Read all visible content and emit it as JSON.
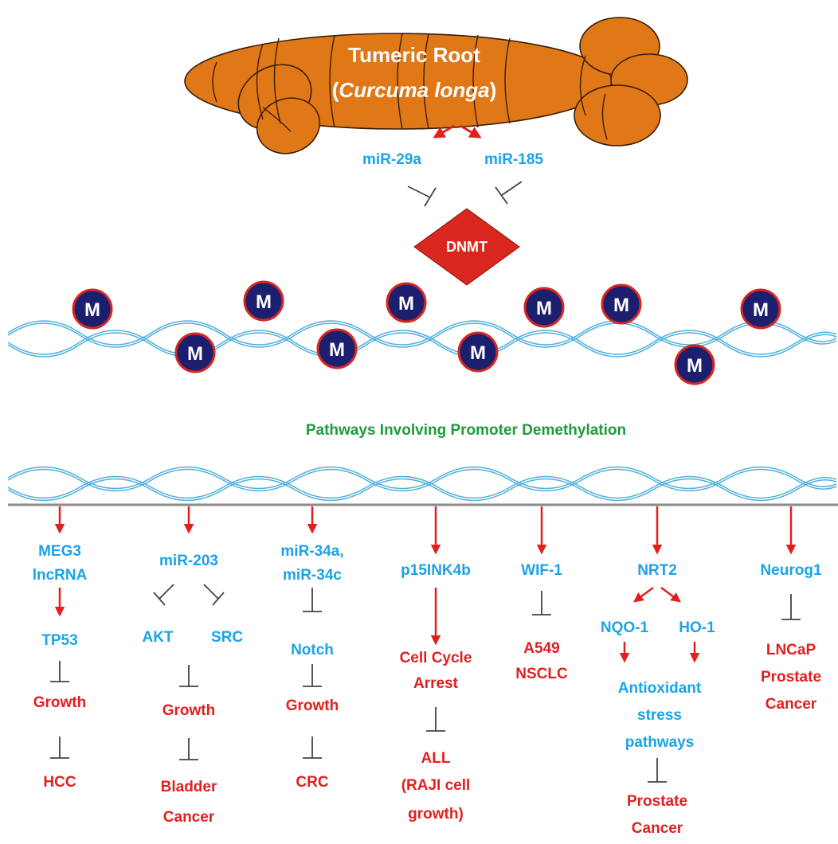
{
  "colors": {
    "root_fill": "#e07818",
    "root_stroke": "#3a1c06",
    "blue_text": "#1aa3e8",
    "red_text": "#e21f1f",
    "green_text": "#1f9a3c",
    "arrow_red": "#e21f1f",
    "dnmt_fill": "#d9261f",
    "methyl_fill": "#1c1f6e",
    "methyl_ring": "#d9261f",
    "dna_strand": "#4fb0e0",
    "divider": "#8a8a8a"
  },
  "root": {
    "title": "Tumeric Root",
    "subtitle_open": "(",
    "subtitle_italic": "Curcuma longa",
    "subtitle_close": ")"
  },
  "mirnas": [
    "miR-29a",
    "miR-185"
  ],
  "dnmt": {
    "label": "DNMT"
  },
  "methyl": {
    "label": "M",
    "count": 10
  },
  "pathway_title": "Pathways Involving Promoter Demethylation",
  "pathways": {
    "meg3": {
      "top": [
        "MEG3",
        "lncRNA"
      ],
      "mid": "TP53",
      "effect": "Growth",
      "outcome": "HCC"
    },
    "mir203": {
      "top": "miR-203",
      "targets": [
        "AKT",
        "SRC"
      ],
      "effect": "Growth",
      "outcome": [
        "Bladder",
        "Cancer"
      ]
    },
    "mir34": {
      "top": [
        "miR-34a,",
        "miR-34c"
      ],
      "mid": "Notch",
      "effect": "Growth",
      "outcome": "CRC"
    },
    "p15": {
      "top": "p15INK4b",
      "effect": [
        "Cell Cycle",
        "Arrest"
      ],
      "outcome": [
        "ALL",
        "(RAJI cell",
        "growth)"
      ]
    },
    "wif1": {
      "top": "WIF-1",
      "outcome": [
        "A549",
        "NSCLC"
      ]
    },
    "nrt2": {
      "top": "NRT2",
      "targets": [
        "NQO-1",
        "HO-1"
      ],
      "mid": [
        "Antioxidant",
        "stress",
        "pathways"
      ],
      "outcome": [
        "Prostate",
        "Cancer"
      ]
    },
    "neurog1": {
      "top": "Neurog1",
      "outcome": [
        "LNCaP",
        "Prostate",
        "Cancer"
      ]
    }
  }
}
